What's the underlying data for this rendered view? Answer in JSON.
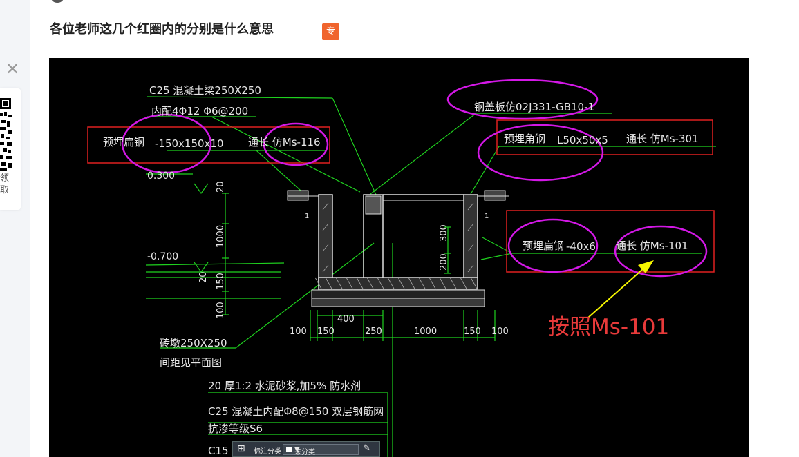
{
  "page": {
    "title": "各位老师这几个红圈内的分别是什么意思",
    "badge": "专",
    "qr_caption_1": "领",
    "qr_caption_2": "取"
  },
  "drawing": {
    "beam_label": "C25  混凝土梁250X250",
    "beam_rebar": "内配4Φ12  Φ6@200",
    "flat_steel_left_name": "预埋扁钢",
    "flat_steel_left_spec": "-150x150x10",
    "flat_steel_left_len": "通长  仿Ms-116",
    "elev_0300": "0.300",
    "steel_cover": "钢盖板仿02J331-GB10-1",
    "angle_name": "预埋角钢",
    "angle_spec": "L50x50x5",
    "angle_len": "通长  仿Ms-301",
    "flat_steel_right_name": "预埋扁钢",
    "flat_steel_right_spec": "-40x6",
    "flat_steel_right_len": "通长  仿Ms-101",
    "elev_neg0700": "-0.700",
    "dim_20a": "20",
    "dim_1000v": "1000",
    "dim_20b": "20",
    "dim_150v": "150",
    "dim_100v": "100",
    "dim_300v": "300",
    "dim_200v": "200",
    "dim_400": "400",
    "dim_100a": "100",
    "dim_150a": "150",
    "dim_250": "250",
    "dim_1000h": "1000",
    "dim_150b": "150",
    "dim_100b": "100",
    "slope_1a": "1",
    "slope_1b": "1",
    "annotation": "按照Ms-101",
    "pier_label": "砖墩250X250",
    "pier_note": "间距见平面图",
    "layer1": "20  厚1:2  水泥砂浆,加5%  防水剂",
    "layer2": "C25  混凝土内配Φ8@150   双层钢筋网",
    "layer3": "抗渗等级S6",
    "layer4": "C15",
    "toolbar_label": "标注分类",
    "toolbar_select": "未分类"
  },
  "colors": {
    "annotation_red": "#e83a3a",
    "circle_magenta": "#d318e6",
    "line_green": "#1fd21f",
    "arrow_yellow": "#f5f500",
    "badge_orange": "#f0642d"
  }
}
